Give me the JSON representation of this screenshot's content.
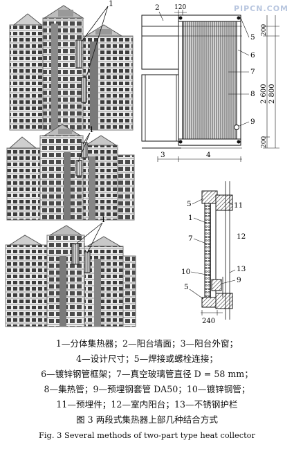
{
  "watermark": "PIPCN.COM",
  "callouts": {
    "c1": "1",
    "c2": "2",
    "c3": "3",
    "c4": "4",
    "c5": "5",
    "c6": "6",
    "c7": "7",
    "c8": "8",
    "c9": "9",
    "c10": "10",
    "c11": "11",
    "c12": "12",
    "c13": "13"
  },
  "dimensions": {
    "d120": "120",
    "d200_top": "200",
    "d2600": "2 600",
    "d2800": "2 800",
    "d200_bottom": "200",
    "d240": "240"
  },
  "legend_lines": [
    "1—分体集热器；2—阳台墙面；3—阳台外窗；",
    "4—设计尺寸；5—焊接或螺栓连接；",
    "6—镀锌钢管框架；7—真空玻璃管直径 D = 58 mm；",
    "8—集热管；9—预埋钢套管 DA50；10—镀锌钢管；",
    "11—预埋件；12—室内阳台；13—不锈钢护栏"
  ],
  "figure_title_cn": "图 3   两段式集热器上部几种结合方式",
  "figure_title_en": "Fig. 3   Several methods of two-part type heat collector"
}
